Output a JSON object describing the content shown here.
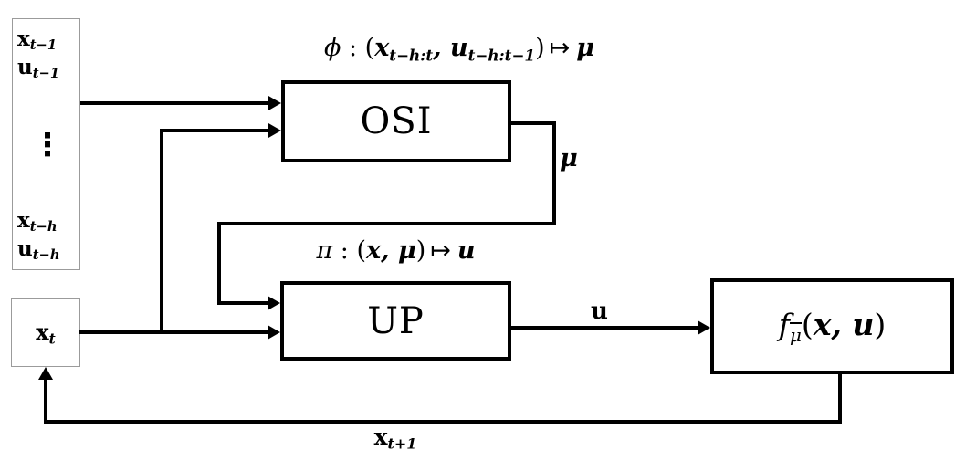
{
  "colors": {
    "ink": "#000000",
    "light_box_border": "#9b9b9b",
    "background": "#ffffff"
  },
  "history_box": {
    "items": [
      {
        "sym": "x",
        "sub": "t−1"
      },
      {
        "sym": "u",
        "sub": "t−1"
      },
      {
        "sym": "x",
        "sub": "t−h"
      },
      {
        "sym": "u",
        "sub": "t−h"
      }
    ],
    "dots": "⋮"
  },
  "state_box": {
    "sym": "x",
    "sub": "t"
  },
  "osi": {
    "label": "OSI",
    "formula": {
      "fn": "ϕ",
      "rel": " : ",
      "open": "(",
      "arg1": "x",
      "arg1_sub": "t−h:t",
      "sep": ", ",
      "arg2": "u",
      "arg2_sub": "t−h:t−1",
      "close": ")",
      "mapsto": "↦",
      "result": "μ"
    }
  },
  "up": {
    "label": "UP",
    "formula": {
      "fn": "π",
      "rel": " : ",
      "open": "(",
      "arg1": "x",
      "sep": ", ",
      "arg2": "μ",
      "close": ")",
      "mapsto": "↦",
      "result": "u"
    }
  },
  "dynamics": {
    "fn": "f",
    "fn_sub": "μ",
    "open": "(",
    "arg1": "x",
    "sep": ", ",
    "arg2": "u",
    "close": ")"
  },
  "edge_labels": {
    "mu": "μ",
    "u": "u",
    "next_state": {
      "sym": "x",
      "sub": "t+1"
    }
  }
}
